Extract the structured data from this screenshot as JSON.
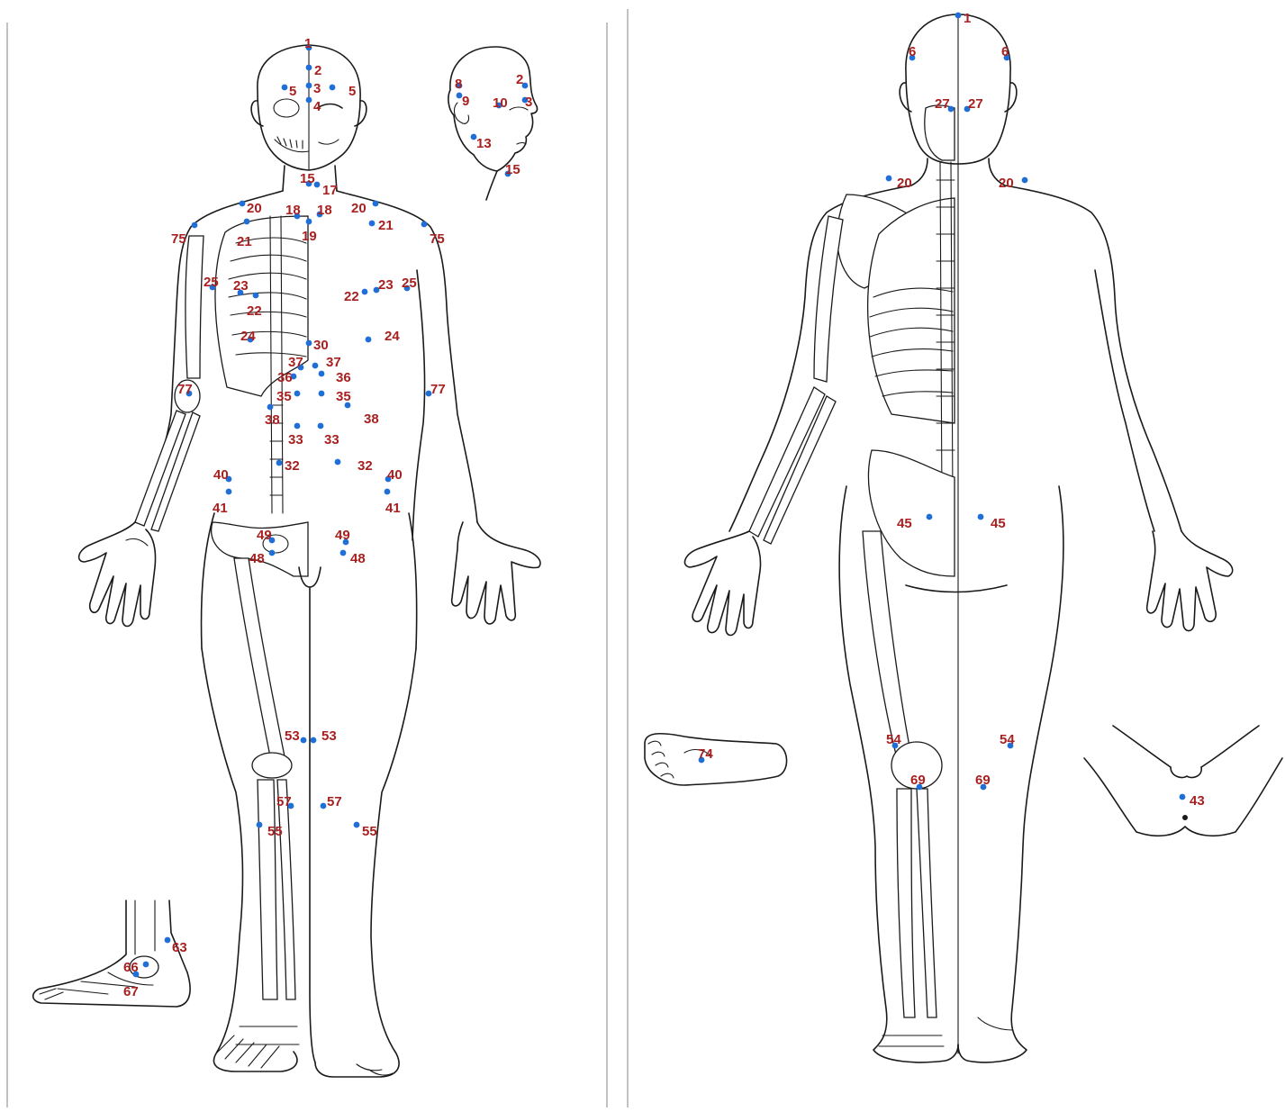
{
  "diagram": {
    "accent_colors": {
      "label": "#a82020",
      "point": "#1f6fd6",
      "line": "#1a1a1a"
    },
    "front": {
      "points": [
        {
          "n": "1"
        },
        {
          "n": "2"
        },
        {
          "n": "3"
        },
        {
          "n": "4"
        },
        {
          "n": "5"
        },
        {
          "n": "5"
        },
        {
          "n": "15"
        },
        {
          "n": "17"
        },
        {
          "n": "18"
        },
        {
          "n": "18"
        },
        {
          "n": "19"
        },
        {
          "n": "20"
        },
        {
          "n": "20"
        },
        {
          "n": "21"
        },
        {
          "n": "21"
        },
        {
          "n": "75"
        },
        {
          "n": "75"
        },
        {
          "n": "25"
        },
        {
          "n": "25"
        },
        {
          "n": "23"
        },
        {
          "n": "23"
        },
        {
          "n": "22"
        },
        {
          "n": "22"
        },
        {
          "n": "24"
        },
        {
          "n": "24"
        },
        {
          "n": "30"
        },
        {
          "n": "37"
        },
        {
          "n": "37"
        },
        {
          "n": "36"
        },
        {
          "n": "36"
        },
        {
          "n": "35"
        },
        {
          "n": "35"
        },
        {
          "n": "38"
        },
        {
          "n": "38"
        },
        {
          "n": "33"
        },
        {
          "n": "33"
        },
        {
          "n": "32"
        },
        {
          "n": "32"
        },
        {
          "n": "77"
        },
        {
          "n": "77"
        },
        {
          "n": "40"
        },
        {
          "n": "40"
        },
        {
          "n": "41"
        },
        {
          "n": "41"
        },
        {
          "n": "49"
        },
        {
          "n": "49"
        },
        {
          "n": "48"
        },
        {
          "n": "48"
        },
        {
          "n": "53"
        },
        {
          "n": "53"
        },
        {
          "n": "57"
        },
        {
          "n": "57"
        },
        {
          "n": "55"
        },
        {
          "n": "55"
        }
      ],
      "head_inset": [
        {
          "n": "8"
        },
        {
          "n": "9"
        },
        {
          "n": "10"
        },
        {
          "n": "2"
        },
        {
          "n": "3"
        },
        {
          "n": "13"
        },
        {
          "n": "15"
        }
      ],
      "foot_inset": [
        {
          "n": "63"
        },
        {
          "n": "66"
        },
        {
          "n": "67"
        }
      ]
    },
    "back": {
      "points": [
        {
          "n": "1"
        },
        {
          "n": "6"
        },
        {
          "n": "6"
        },
        {
          "n": "27"
        },
        {
          "n": "27"
        },
        {
          "n": "20"
        },
        {
          "n": "20"
        },
        {
          "n": "45"
        },
        {
          "n": "45"
        },
        {
          "n": "54"
        },
        {
          "n": "54"
        },
        {
          "n": "69"
        },
        {
          "n": "69"
        }
      ],
      "sole_inset": [
        {
          "n": "74"
        }
      ],
      "perineum_inset": [
        {
          "n": "43"
        }
      ]
    }
  }
}
